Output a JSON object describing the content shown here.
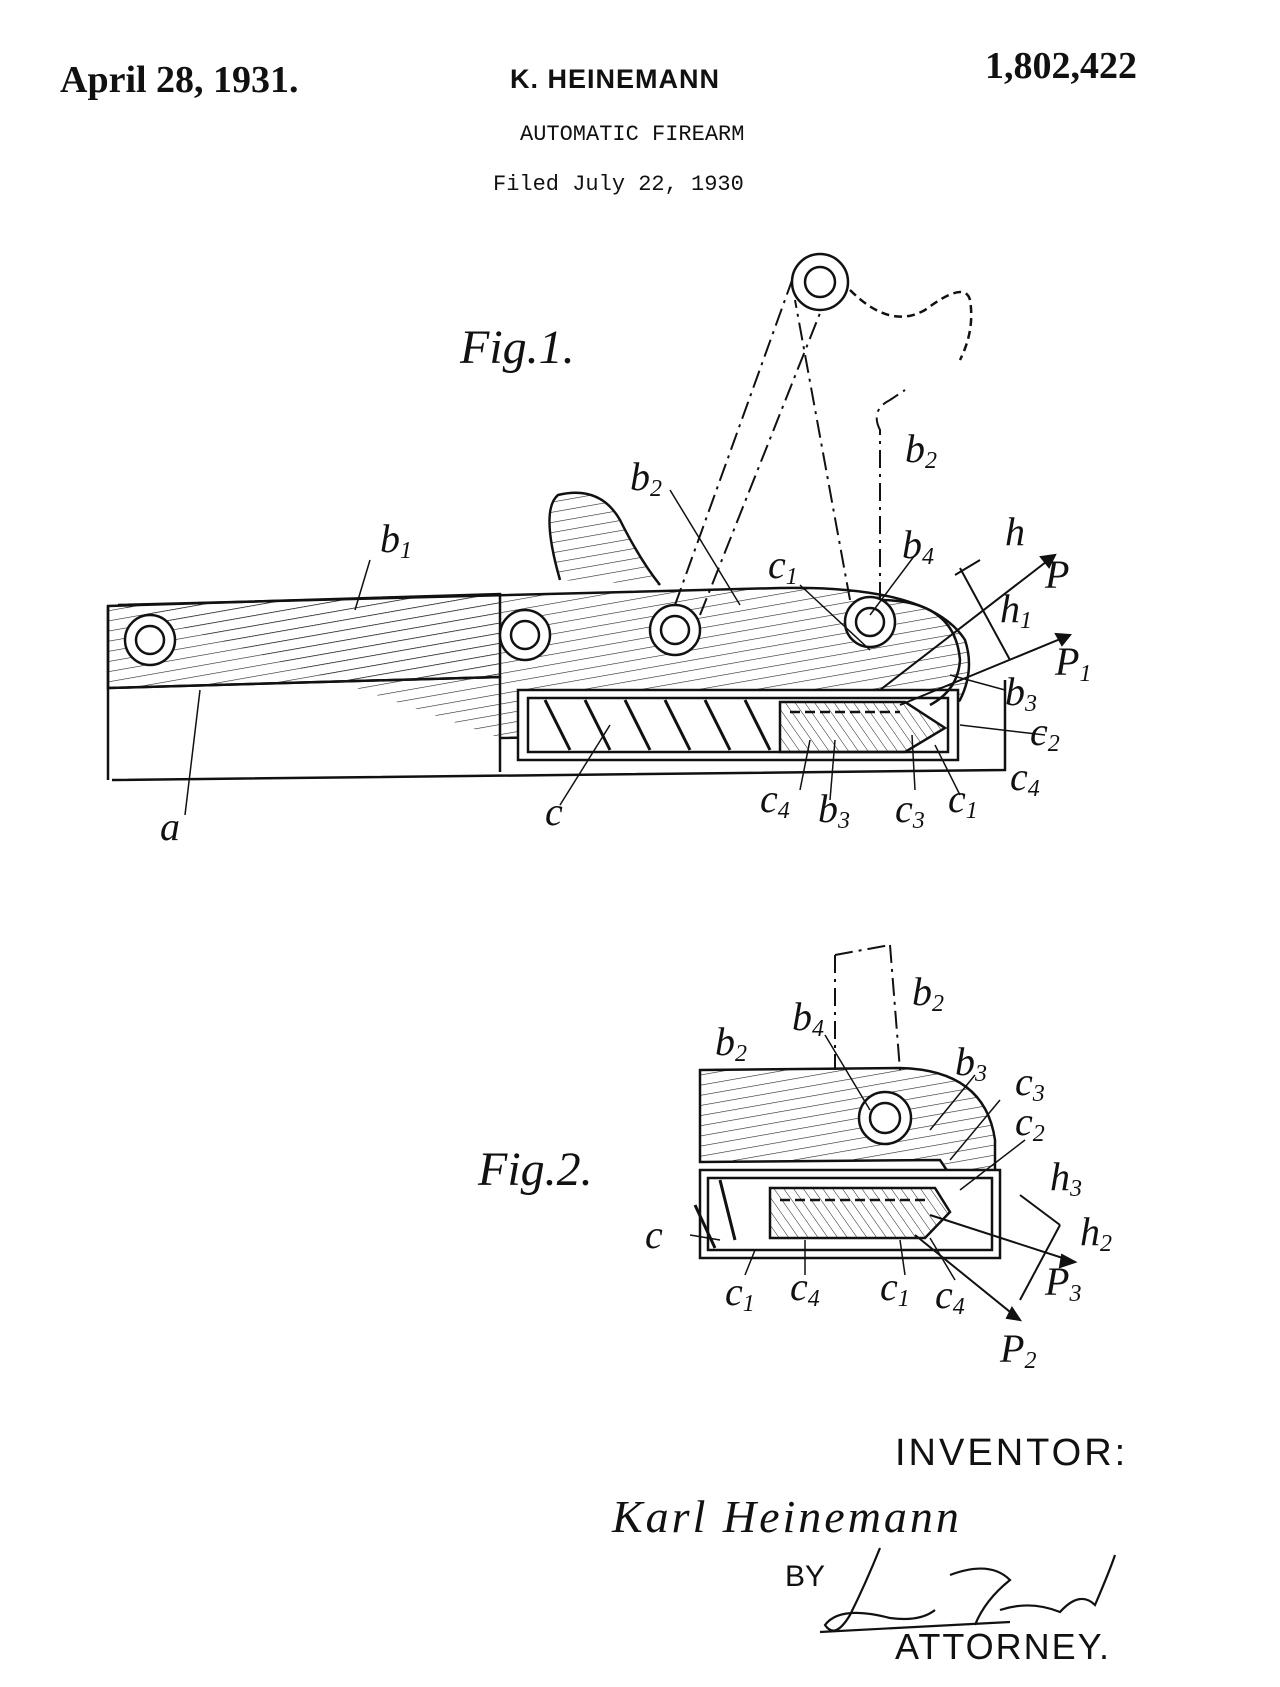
{
  "header": {
    "date": "April 28, 1931.",
    "inventor_name": "K. HEINEMANN",
    "patent_number": "1,802,422",
    "title": "AUTOMATIC FIREARM",
    "filed": "Filed July 22, 1930"
  },
  "figures": {
    "fig1": {
      "label": "Fig.1.",
      "parts": {
        "b1": [
          "b",
          "1"
        ],
        "b2_upper": [
          "b",
          "2"
        ],
        "b2_lower": [
          "b",
          "2"
        ],
        "b4": [
          "b",
          "4"
        ],
        "c1_top": [
          "c",
          "1"
        ],
        "h": [
          "h",
          ""
        ],
        "P": [
          "P",
          ""
        ],
        "h1": [
          "h",
          "1"
        ],
        "P1": [
          "P",
          "1"
        ],
        "b3_right": [
          "b",
          "3"
        ],
        "c2": [
          "c",
          "2"
        ],
        "c4_right": [
          "c",
          "4"
        ],
        "a": [
          "a",
          ""
        ],
        "c": [
          "c",
          ""
        ],
        "c4_bottom": [
          "c",
          "4"
        ],
        "b3_bottom": [
          "b",
          "3"
        ],
        "c3": [
          "c",
          "3"
        ],
        "c1_bottom": [
          "c",
          "1"
        ]
      }
    },
    "fig2": {
      "label": "Fig.2.",
      "parts": {
        "b2_top": [
          "b",
          "2"
        ],
        "b4": [
          "b",
          "4"
        ],
        "b2_left": [
          "b",
          "2"
        ],
        "b3": [
          "b",
          "3"
        ],
        "c3": [
          "c",
          "3"
        ],
        "c2": [
          "c",
          "2"
        ],
        "h3": [
          "h",
          "3"
        ],
        "h2": [
          "h",
          "2"
        ],
        "c": [
          "c",
          ""
        ],
        "c1_left": [
          "c",
          "1"
        ],
        "c4_left": [
          "c",
          "4"
        ],
        "c1_mid": [
          "c",
          "1"
        ],
        "c4_right": [
          "c",
          "4"
        ],
        "P3": [
          "P",
          "3"
        ],
        "P2": [
          "P",
          "2"
        ]
      }
    }
  },
  "signatures": {
    "inventor_heading": "INVENTOR:",
    "inventor_signature": "Karl Heinemann",
    "by": "BY",
    "attorney_signature": "Louis Tomaschke",
    "attorney_heading": "ATTORNEY."
  }
}
